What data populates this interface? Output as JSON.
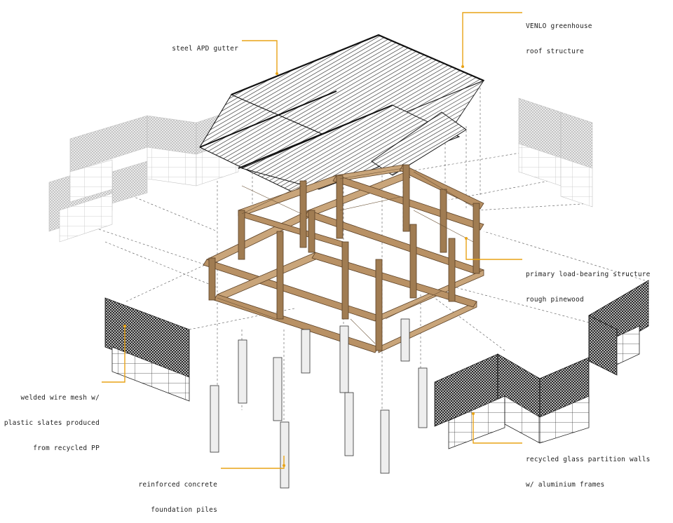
{
  "annotations": {
    "gutter": "steel APD gutter",
    "venlo_1": "VENLO greenhouse",
    "venlo_2": "roof structure",
    "primary_1": "primary load-bearing structure",
    "primary_2": "rough pinewood",
    "mesh_1": "welded wire mesh w/",
    "mesh_2": "plastic slates produced",
    "mesh_3": "from recycled PP",
    "concrete_1": "reinforced concrete",
    "concrete_2": "foundation piles",
    "glass_1": "recycled glass partition walls",
    "glass_2": "w/ aluminium frames"
  },
  "colors": {
    "leader": "#e8a317",
    "timber": "#c9a57a",
    "timber_dark": "#8b6a45",
    "mesh_dark": "#2a2a2a",
    "mesh_ghost": "#b8b8b8",
    "line": "#222222",
    "dash": "#555555"
  }
}
